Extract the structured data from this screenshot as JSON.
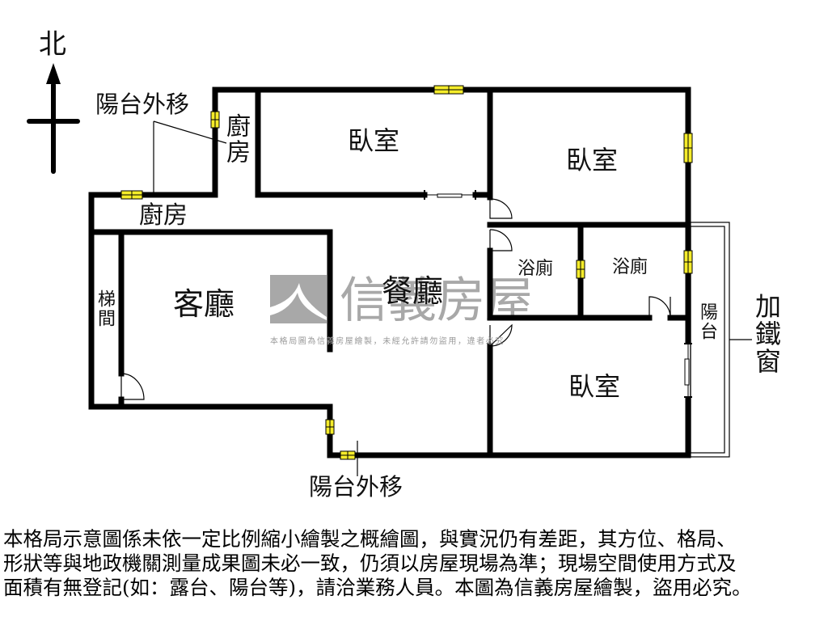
{
  "compass": {
    "label": "北",
    "direction": "north"
  },
  "rooms": {
    "bedroom_top_left": "臥室",
    "bedroom_top_right": "臥室",
    "bedroom_bottom_right": "臥室",
    "kitchen_vertical": "廚房",
    "kitchen_horizontal": "廚房",
    "living_room": "客廳",
    "dining_room": "餐廳",
    "bathroom_left": "浴廁",
    "bathroom_right": "浴廁",
    "stairwell": "梯間",
    "balcony": "陽台"
  },
  "annotations": {
    "balcony_moved_out_top": "陽台外移",
    "balcony_moved_out_bottom": "陽台外移",
    "iron_window": "加鐵窗"
  },
  "watermark": {
    "brand": "信義房屋",
    "notice": "本格局圖為信義房屋繪製，未經允許請勿盜用，違者必究",
    "color": "#9a9a9a"
  },
  "disclaimer": {
    "lines": [
      "本格局示意圖係未依一定比例縮小繪製之概繪圖，與實況仍有差距，其方位、格局、",
      "形狀等與地政機關測量成果圖未必一致，仍須以房屋現場為準；現場空間使用方式及",
      "面積有無登記(如：露台、陽台等)，請洽業務人員。本圖為信義房屋繪製，盜用必究。"
    ]
  },
  "colors": {
    "wall": "#000000",
    "window_fill": "#f5ec2a",
    "background": "#ffffff"
  }
}
